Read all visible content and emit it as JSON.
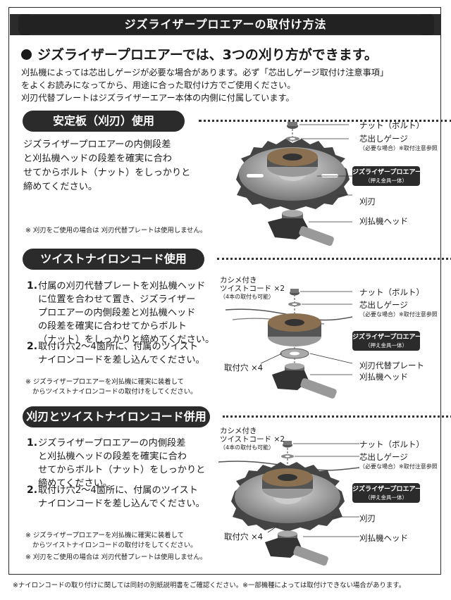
{
  "title": "ジズライザープロエアーの取付け方法",
  "headline": "ジズライザープロエアーでは、3つの刈り方ができます。",
  "intro": [
    "刈払機によっては芯出しゲージが必要な場合があります。必ず「芯出しゲージ取付け注意事項」",
    "をよくお読みになってから、用途に合った取付け方でご使用ください。",
    "刈刃代替プレートはジズライザーエアー本体の内側に付属しています。"
  ],
  "section1": {
    "heading": "安定板（刈刃）使用",
    "body": [
      "ジズライザープロエアーの内側段差",
      "と刈払機ヘッドの段差を確実に合わ",
      "せてからボルト（ナット）をしっかりと",
      "締めてください。"
    ],
    "note": "※ 刈刃をご使用の場合は 刈刃代替プレートは使用しません。",
    "labels": {
      "nut": "ナット（ボルト）",
      "gauge": "芯出しゲージ",
      "gauge_sub": "（必要な場合）※取付注意参照",
      "badge_main": "ジズライザープロエアー",
      "badge_sub": "（押え金具一体）",
      "blade": "刈刃",
      "head": "刈払機ヘッド"
    }
  },
  "section2": {
    "heading": "ツイストナイロンコード使用",
    "steps": [
      {
        "num": "1.",
        "lines": [
          "付属の刈刃代替プレートを刈払機ヘッド",
          "に位置を合わせて置き、ジズライザー",
          "プロエアーの内側段差と刈払機ヘッド",
          "の段差を確実に合わせてからボルト",
          "（ナット）をしっかりと締めてください。"
        ]
      },
      {
        "num": "2.",
        "lines": [
          "取付け穴2～4箇所に、付属のツイスト",
          "ナイロンコードを差し込んでください。"
        ]
      }
    ],
    "note": [
      "※ ジズライザープロエアーを刈払機に確実に装着して",
      "からツイストナイロンコードの取付けをしてください。"
    ],
    "labels": {
      "cords_1": "カシメ付き",
      "cords_2": "ツイストコード ×2",
      "cords_3": "（4本の取付も可能）",
      "nut": "ナット（ボルト）",
      "gauge": "芯出しゲージ",
      "gauge_sub": "（必要な場合）※取付注意参照",
      "badge_main": "ジズライザープロエアー",
      "badge_sub": "（押え金具一体）",
      "plate": "刈刃代替プレート",
      "holes": "取付穴 ×4",
      "head": "刈払機ヘッド"
    }
  },
  "section3": {
    "heading": "刈刃とツイストナイロンコード併用",
    "steps": [
      {
        "num": "1.",
        "lines": [
          "ジズライザープロエアーの内側段差",
          "と刈払機ヘッドの段差を確実に合わ",
          "せてからボルト（ナット）をしっかりと",
          "締めてください。"
        ]
      },
      {
        "num": "2.",
        "lines": [
          "取付け穴2～4箇所に、付属のツイスト",
          "ナイロンコードを差し込んでください。"
        ]
      }
    ],
    "note": [
      "※ ジズライザープロエアーを刈払機に確実に装着して",
      "からツイストナイロンコードの取付けをしてください。",
      "※ 刈刃をご使用の場合は 刈刃代替プレートは使用しません。"
    ],
    "labels": {
      "cords_1": "カシメ付き",
      "cords_2": "ツイストコード ×2",
      "cords_3": "（4本の取付も可能）",
      "nut": "ナット（ボルト）",
      "gauge": "芯出しゲージ",
      "gauge_sub": "（必要な場合）※取付注意参照",
      "badge_main": "ジズライザープロエアー",
      "badge_sub": "（押え金具一体）",
      "blade": "刈刃",
      "holes": "取付穴 ×4",
      "head": "刈払機ヘッド"
    }
  },
  "footer": "※ナイロンコードの取り付けに関しては同封の別紙説明書をご確認ください。※一部機種によっては取付けできない場合があります。"
}
